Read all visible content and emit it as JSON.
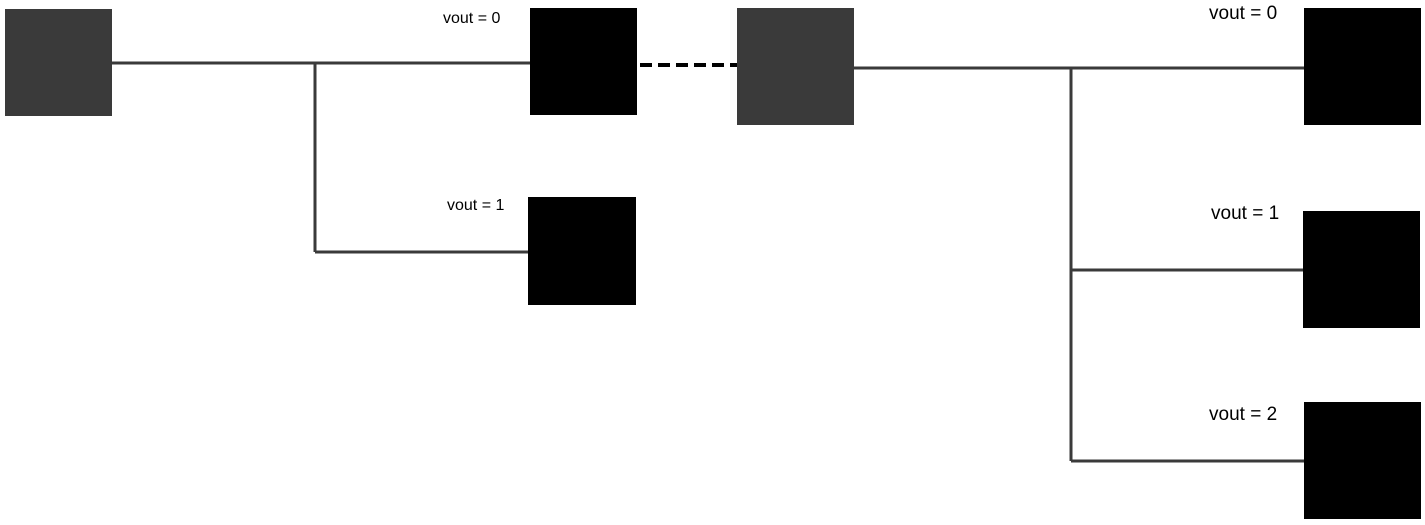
{
  "colors": {
    "source_node": "#3a3a3a",
    "output_node": "#000000",
    "connector_line": "#3a3a3a",
    "dashed_link": "#000000"
  },
  "left_group": {
    "outputs": [
      {
        "label": "vout = 0"
      },
      {
        "label": "vout = 1"
      }
    ]
  },
  "right_group": {
    "outputs": [
      {
        "label": "vout = 0"
      },
      {
        "label": "vout = 1"
      },
      {
        "label": "vout = 2"
      }
    ]
  }
}
